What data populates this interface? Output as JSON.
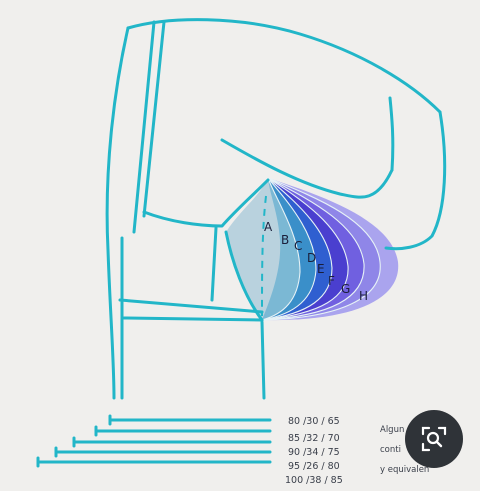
{
  "diagram": {
    "cup_letters": [
      "A",
      "B",
      "C",
      "D",
      "E",
      "F",
      "G",
      "H"
    ],
    "size_labels": [
      "80 /30 / 65",
      "85 /32 / 70",
      "90 /34 / 75",
      "95 /26 / 80",
      "100 /38 / 85"
    ],
    "note_lines": [
      "Algun",
      "conti",
      "y equivalen"
    ]
  },
  "colors": {
    "outline": "#22b6c8",
    "cup_a": "#b9d2de",
    "cup_b": "#7bb8d4",
    "cup_c": "#3a8fc9",
    "cup_d": "#2f5fd0",
    "cup_e": "#4a3fcf",
    "cup_f": "#7060e0",
    "cup_g": "#8f86e8",
    "cup_h": "#aaa4ee"
  },
  "lens_button": {
    "icon": "lens-search-icon"
  }
}
